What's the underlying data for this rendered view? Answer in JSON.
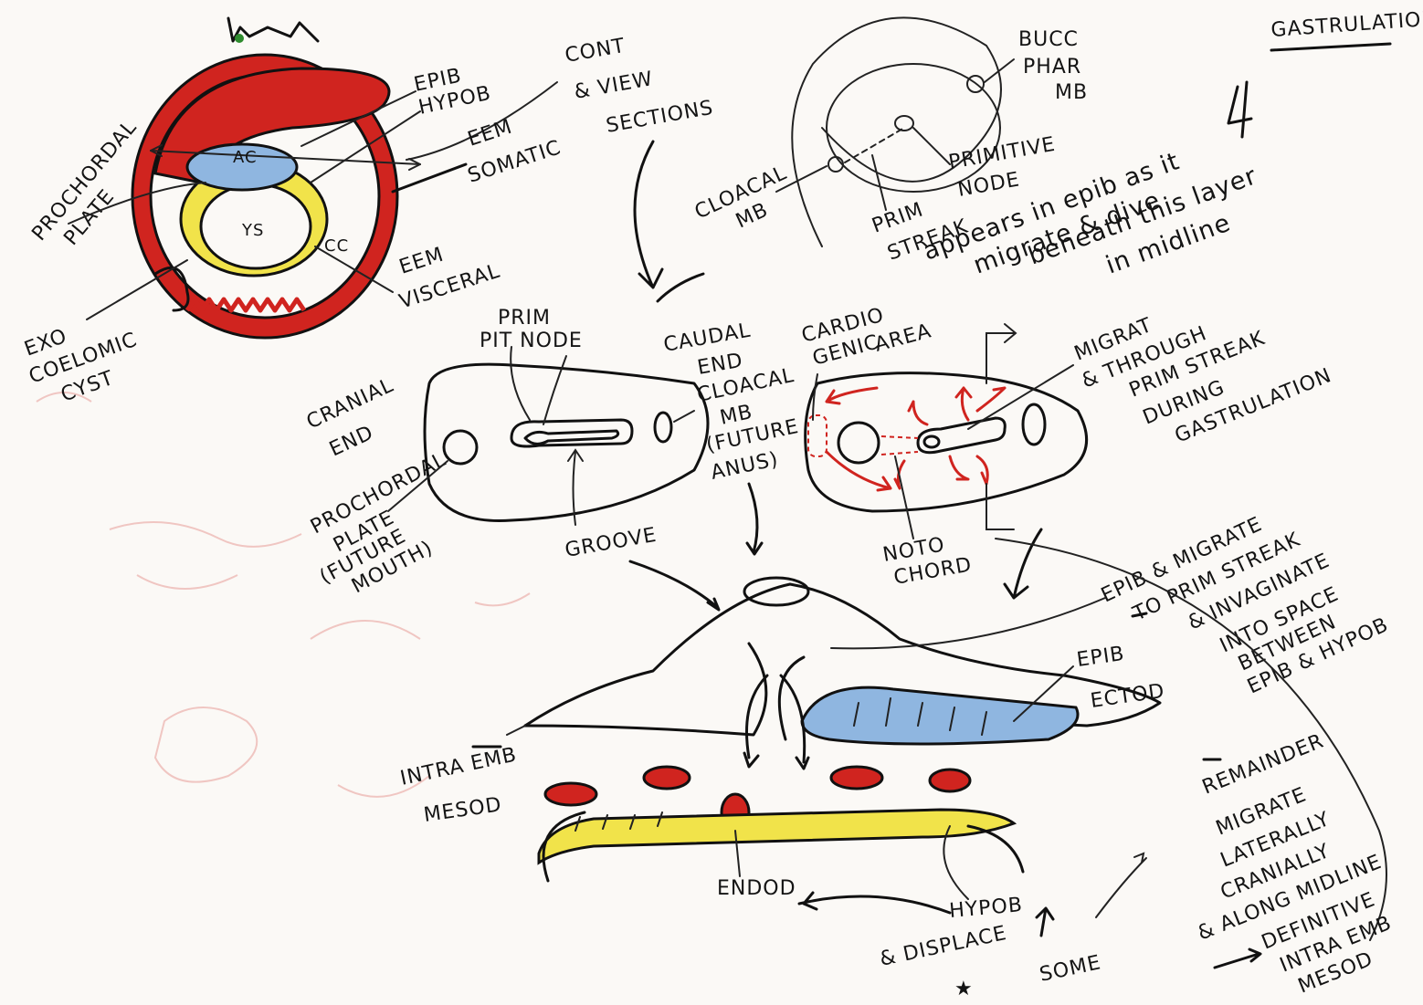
{
  "title": "GASTRULATION",
  "colors": {
    "ink": "#111111",
    "red": "#d0241f",
    "yellow": "#f1e34a",
    "blue": "#8fb6e0",
    "paper": "#fbf9f6"
  },
  "disc": {
    "amniotic_cavity": "AC",
    "yolk_sac": "YS",
    "chorionic_cavity": "CC",
    "labels": {
      "epib": "EPIB",
      "hypob": "HYPOB",
      "cont_view": "CONT",
      "cont_view_2": "& VIEW",
      "cont_view_3": "SECTIONS",
      "eem_somatic_1": "EEM",
      "eem_somatic_2": "SOMATIC",
      "prochordal_1": "PROCHORDAL",
      "prochordal_2": "PLATE",
      "eem_visceral_1": "EEM",
      "eem_visceral_2": "VISCERAL",
      "exo_1": "EXO",
      "exo_2": "COELOMIC",
      "exo_3": "CYST"
    }
  },
  "top_right": {
    "bucc_1": "BUCC",
    "bucc_2": "PHAR",
    "bucc_3": "MB",
    "primitive_1": "PRIMITIVE",
    "primitive_2": "NODE",
    "cloacal_1": "CLOACAL",
    "cloacal_2": "MB",
    "prim_streak_1": "PRIM",
    "prim_streak_2": "STREAK",
    "note_1": "appears in epib as it",
    "note_2": "migrate & dive",
    "note_3": "beneath this layer",
    "note_4": "in midline"
  },
  "middle_left": {
    "prim_1": "PRIM",
    "prim_2": "PIT NODE",
    "caudal_1": "CAUDAL",
    "caudal_2": "END",
    "cranial_1": "CRANIAL",
    "cranial_2": "END",
    "cloacal_1": "CLOACAL",
    "cloacal_2": "MB",
    "cloacal_3": "(FUTURE",
    "cloacal_4": "ANUS)",
    "prochordal_1": "PROCHORDAL",
    "prochordal_2": "PLATE",
    "prochordal_3": "(FUTURE",
    "prochordal_4": "MOUTH)",
    "groove": "GROOVE"
  },
  "middle_right": {
    "cardio_1": "CARDIO",
    "cardio_2": "GENIC",
    "cardio_3": "AREA",
    "migrat_1": "MIGRAT",
    "migrat_2": "& THROUGH",
    "migrat_3": "PRIM STREAK",
    "migrat_4": "DURING",
    "migrat_5": "GASTRULATION",
    "noto_1": "NOTO",
    "noto_2": "CHORD"
  },
  "section": {
    "epib_note_1": "EPIB & MIGRATE",
    "epib_note_2": "TO PRIM STREAK",
    "epib_note_3": "& INVAGINATE",
    "epib_note_4": "INTO SPACE",
    "epib_note_5": "BETWEEN",
    "epib_note_6": "EPIB & HYPOB",
    "epib": "EPIB",
    "ectod": "ECTOD",
    "intra_emb": "INTRA EMB",
    "mesod": "MESOD",
    "endod": "ENDOD",
    "hypob": "HYPOB",
    "displace": "& DISPLACE",
    "some": "SOME",
    "remainder_1": "REMAINDER",
    "remainder_2": "MIGRATE",
    "remainder_3": "LATERALLY",
    "remainder_4": "CRANIALLY",
    "remainder_5": "& ALONG MIDLINE",
    "remainder_6": "DEFINITIVE",
    "remainder_7": "INTRA EMB",
    "remainder_8": "MESOD"
  }
}
